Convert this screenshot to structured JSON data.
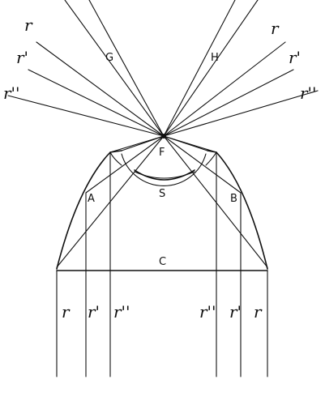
{
  "diagram": {
    "points": {
      "F": "F",
      "S": "S",
      "C": "C",
      "A": "A",
      "B": "B",
      "G": "G",
      "H": "H"
    },
    "ray_labels": {
      "upper_left": [
        "r",
        "r'",
        "r''"
      ],
      "upper_right": [
        "r",
        "r'",
        "r''"
      ],
      "bottom": [
        "r",
        "r'",
        "r''",
        "r''",
        "r'",
        "r"
      ]
    },
    "colors": {
      "ink": "#111111",
      "paper": "#ffffff"
    }
  }
}
